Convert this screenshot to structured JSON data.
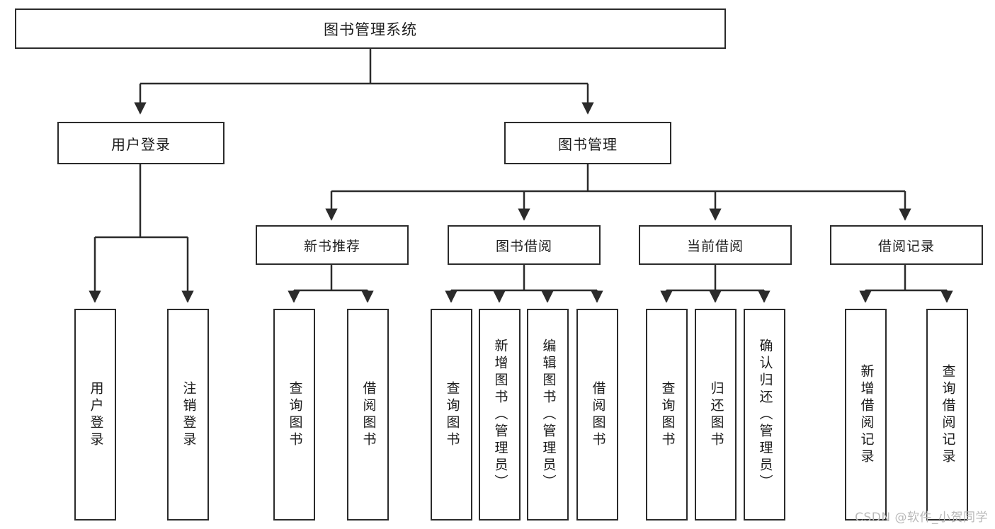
{
  "diagram": {
    "title": "图书管理系统",
    "type": "tree-hierarchy-chart",
    "colors": {
      "stroke": "#2b2b2b",
      "fill": "#ffffff",
      "text": "#1c1c1c",
      "watermark": "#b9b9b9"
    },
    "root": {
      "label": "图书管理系统"
    },
    "level2": [
      {
        "label": "用户登录"
      },
      {
        "label": "图书管理"
      }
    ],
    "level3": [
      {
        "label": "新书推荐"
      },
      {
        "label": "图书借阅"
      },
      {
        "label": "当前借阅"
      },
      {
        "label": "借阅记录"
      }
    ],
    "leaves": {
      "user_login": [
        {
          "label": "用户登录"
        },
        {
          "label": "注销登录"
        }
      ],
      "new_book_recommend": [
        {
          "label": "查询图书"
        },
        {
          "label": "借阅图书"
        }
      ],
      "book_borrow": [
        {
          "label": "查询图书"
        },
        {
          "label": "新增图书（管理员）"
        },
        {
          "label": "编辑图书（管理员）"
        },
        {
          "label": "借阅图书"
        }
      ],
      "current_borrow": [
        {
          "label": "查询图书"
        },
        {
          "label": "归还图书"
        },
        {
          "label": "确认归还（管理员）"
        }
      ],
      "borrow_record": [
        {
          "label": "新增借阅记录"
        },
        {
          "label": "查询借阅记录"
        }
      ]
    },
    "watermark": "CSDN @软件_小贺同学"
  }
}
